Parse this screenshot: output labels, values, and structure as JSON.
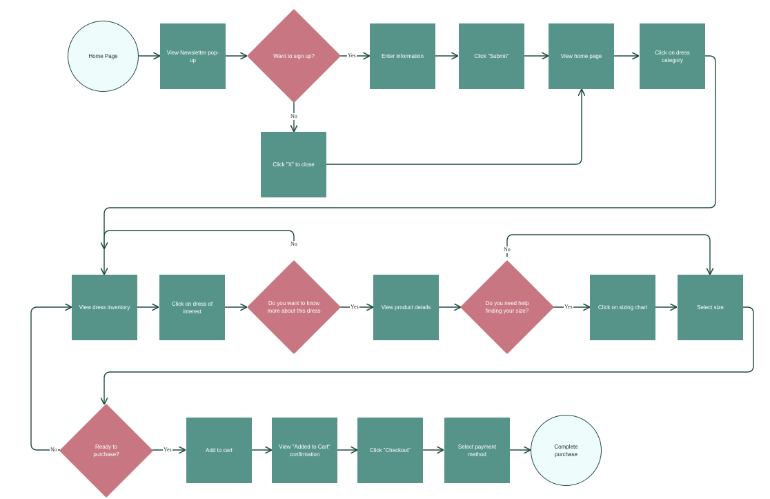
{
  "nodes": {
    "home_page": "Home Page",
    "view_newsletter": "View Newsletter pop-up",
    "want_sign_up": "Want to sign up?",
    "enter_information": "Enter information",
    "click_submit": "Click \"Submit\"",
    "view_home_page": "View home page",
    "click_dress_category": "Click on dress category",
    "click_x_close": "Click \"X\" to close",
    "view_dress_inventory": "View dress inventory",
    "click_dress_interest": "Click on dress of interest",
    "know_more_dress": "Do you want to know more about this dress",
    "view_product_details": "View product details",
    "need_help_size": "Do you need help finding your size?",
    "click_sizing_chart": "Click on sizing chart",
    "select_size": "Select size",
    "ready_to_purchase": "Ready to purchase?",
    "add_to_cart": "Add to cart",
    "view_added_to_cart": "View \"Added to Cart\" confirmation",
    "click_checkout": "Click \"Checkout\"",
    "select_payment": "Select payment method",
    "complete_purchase": "Complete purchase"
  },
  "edge_labels": {
    "signup_yes": "Yes",
    "signup_no": "No",
    "know_more_no": "No",
    "know_more_yes": "Yes",
    "size_help_no": "No",
    "size_help_yes": "Yes",
    "ready_no": "No",
    "ready_yes": "Yes"
  },
  "colors": {
    "process_box": "#569489",
    "decision_diamond": "#c87681",
    "terminal_fill": "#eefcfb",
    "connector": "#1f4a41"
  }
}
